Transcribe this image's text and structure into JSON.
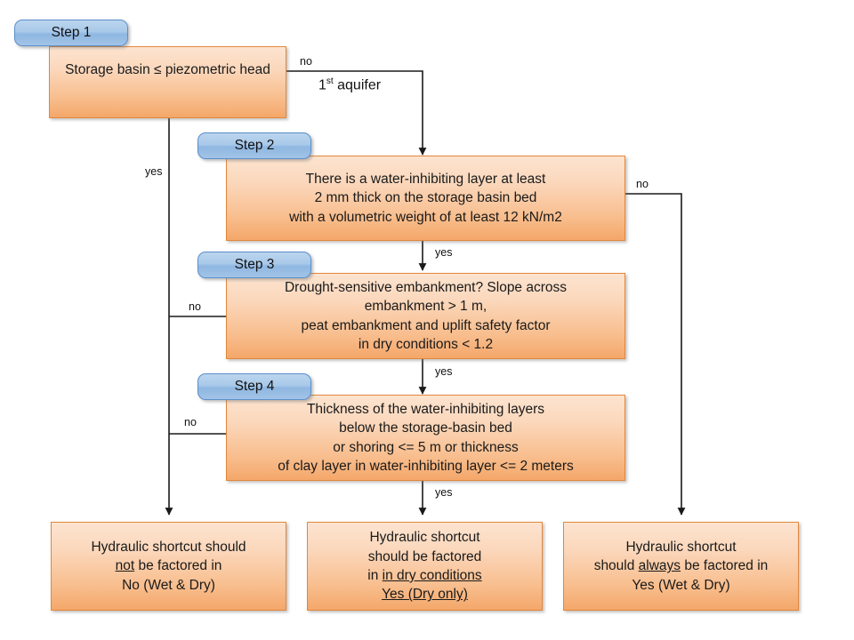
{
  "diagram": {
    "title": "Hydraulic shortcut decision flowchart",
    "colors": {
      "box_border": "#E3873C",
      "box_fill_top": "#FCE4D0",
      "box_fill_bottom": "#F4A76A",
      "pill_border": "#5B8FCB",
      "pill_fill": "#A9C9E9",
      "edge": "#1a1a1a",
      "background": "#FFFFFF"
    }
  },
  "steps": [
    {
      "pill": "Step 1",
      "name": "step1",
      "lines": [
        "Storage basin ≤ piezometric head"
      ]
    },
    {
      "pill": "Step 2",
      "name": "step2",
      "lines": [
        "There is a water-inhibiting layer at least",
        "2 mm thick on the storage basin bed",
        "with a volumetric weight of at least 12 kN/m2"
      ]
    },
    {
      "pill": "Step 3",
      "name": "step3",
      "lines": [
        "Drought-sensitive embankment? Slope across",
        "embankment > 1 m,",
        "peat embankment and uplift safety factor",
        "in dry conditions < 1.2"
      ]
    },
    {
      "pill": "Step 4",
      "name": "step4",
      "lines": [
        "Thickness of the water-inhibiting layers",
        "below the storage-basin bed",
        "or shoring <= 5 m or thickness",
        "of clay layer in water-inhibiting layer <= 2 meters"
      ]
    }
  ],
  "outcomes": [
    {
      "name": "outcome-not-factored",
      "lines_html": [
        "Hydraulic shortcut should",
        "<u>not</u> be factored in",
        "No (Wet &amp; Dry)"
      ]
    },
    {
      "name": "outcome-dry-only",
      "lines_html": [
        "Hydraulic shortcut",
        "should be factored",
        "in <u>in dry conditions</u>",
        "<u>Yes (Dry only)</u>"
      ]
    },
    {
      "name": "outcome-always",
      "lines_html": [
        "Hydraulic shortcut",
        "should <u>always</u> be factored in",
        "Yes (Wet &amp; Dry)"
      ]
    }
  ],
  "edge_labels": {
    "step1_no": "no",
    "step1_no_note_prefix": "1",
    "step1_no_note_sup": "st",
    "step1_no_note_suffix": " aquifer",
    "step1_yes": "yes",
    "step2_no": "no",
    "step2_yes": "yes",
    "step3_no": "no",
    "step3_yes": "yes",
    "step4_no": "no",
    "step4_yes": "yes"
  }
}
